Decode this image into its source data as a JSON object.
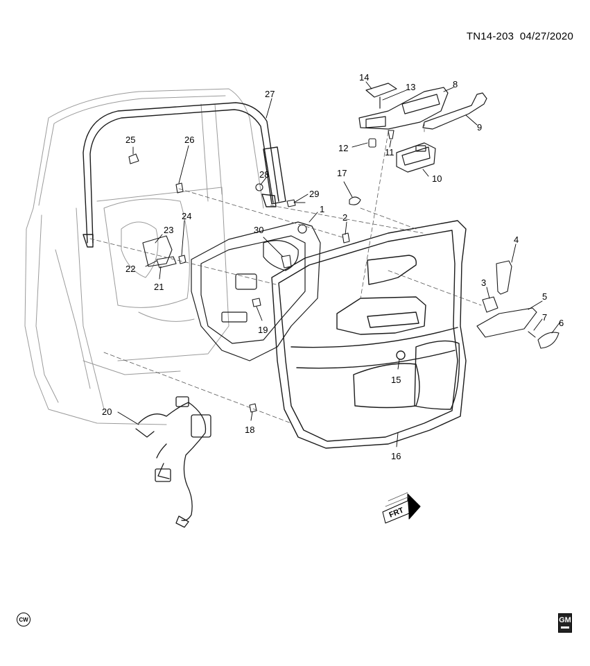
{
  "header": {
    "code": "TN14-203",
    "date": "04/27/2020"
  },
  "footer": {
    "rotation_badge": "CW",
    "brand_badge": "GM"
  },
  "front_arrow": {
    "label": "FRT"
  },
  "callouts": [
    "1",
    "2",
    "3",
    "4",
    "5",
    "6",
    "7",
    "8",
    "9",
    "10",
    "11",
    "12",
    "13",
    "14",
    "15",
    "16",
    "17",
    "18",
    "19",
    "20",
    "21",
    "22",
    "23",
    "24",
    "25",
    "26",
    "27",
    "28",
    "29",
    "30"
  ]
}
